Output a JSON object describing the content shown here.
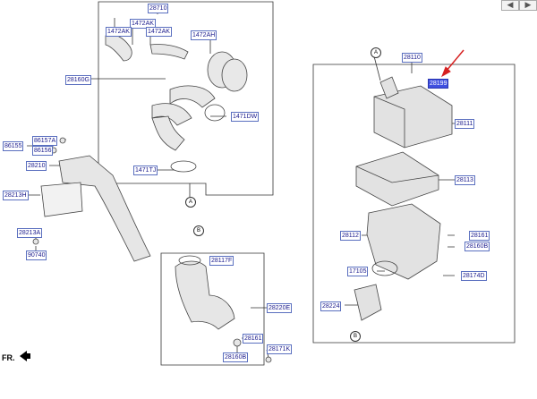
{
  "nav": {
    "prev_icon": "◀",
    "next_icon": "▶"
  },
  "direction_label": "FR.",
  "ref_markers": {
    "a": "A",
    "b": "B"
  },
  "labels": {
    "l28710": "28710",
    "l1472AK_a": "1472AK",
    "l1472AK_b": "1472AK",
    "l1472AK_c": "1472AK",
    "l1472AH": "1472AH",
    "l28160G": "28160G",
    "l1471DW": "1471DW",
    "l1471TJ": "1471TJ",
    "l28110": "28110",
    "l28199": "28199",
    "l28111": "28111",
    "l28113": "28113",
    "l28112": "28112",
    "l28161_r": "28161",
    "l28160B_r": "28160B",
    "l17105": "17105",
    "l28174D": "28174D",
    "l28224": "28224",
    "l86157A": "86157A",
    "l86155": "86155",
    "l86156": "86156",
    "l28210": "28210",
    "l28213H": "28213H",
    "l28213A": "28213A",
    "l90740": "90740",
    "l28117F": "28117F",
    "l28220E": "28220E",
    "l28161_b": "28161",
    "l28171K": "28171K",
    "l28160B_b": "28160B"
  }
}
